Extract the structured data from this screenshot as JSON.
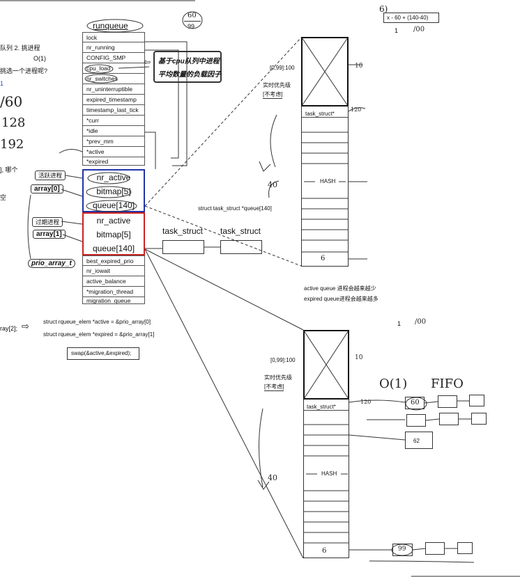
{
  "left_fragments": {
    "line1": "队列 2. 挑进程",
    "line2": "O(1)",
    "line3": "挑选一个进程呢?",
    "mark1": "1",
    "n160": "/60",
    "n128": "128",
    "n192": "192",
    "which": "], 哪个",
    "empty": "空",
    "ray2": "ray[2];"
  },
  "fraction": {
    "num": "60",
    "den": "99"
  },
  "runqueue": {
    "title": "runqueue",
    "fields": [
      "lock",
      "nr_running",
      "CONFIG_SMP",
      "cpu_load",
      "nr_switches",
      "nr_uninterruptible",
      "expired_timestamp",
      "timestamp_last_tick",
      "*curr",
      "*idle",
      "*prev_mm",
      "*active",
      "*expired"
    ],
    "tail_fields": [
      "best_expired_prio",
      "nr_iowait",
      "active_balance",
      "*migration_thread",
      "migration_queue"
    ]
  },
  "cpu_load_note": {
    "line1": "基于cpu队列中进程",
    "line2": "平均数量的负载因子"
  },
  "active_array": {
    "fields": [
      "nr_active",
      "bitmap[5]",
      "queue[140]"
    ]
  },
  "expired_array": {
    "fields": [
      "nr_active",
      "bitmap[5]",
      "queue[140]"
    ]
  },
  "labels": {
    "active_proc": "活跃进程",
    "array0": "array[0]",
    "expired_proc": "过期进程",
    "array1": "array[1]",
    "prio_array_t": "prio_array_t"
  },
  "queue_decl": "struct task_struct *queue[140]",
  "task_struct_a": "task_struct",
  "task_struct_b": "task_struct",
  "code": {
    "active_decl": "struct rqueue_elem *active = &prio_array[0]",
    "expired_decl": "struct rqueue_elem *expired = &prio_array[1]",
    "swap": "swap(&active,&expired);"
  },
  "priority_formula": {
    "prefix": "6)",
    "formula": "x - 60 + (140-40)",
    "one": "1",
    "hundred": "/00"
  },
  "queue_top": {
    "range": "[0,99]:100",
    "realtime": "实时优先级",
    "ignore": "[不考虑]",
    "task": "task_struct*",
    "hash": "HASH",
    "bottom": "6",
    "marks": {
      "ten": "10",
      "forty": "40",
      "mark120": "120"
    }
  },
  "notes": {
    "active_less": "active queue 进程会越来越少",
    "expired_more": "expired queue进程会越来越多",
    "one2": "1",
    "hundred2": "/00"
  },
  "queue_bottom": {
    "range": "[0,99]:100",
    "realtime": "实时优先级",
    "ignore": "[不考虑]",
    "task": "task_struct*",
    "hash": "HASH",
    "bottom": "6",
    "marks": {
      "ten": "10",
      "forty": "40",
      "mark120": "120"
    }
  },
  "fifo": {
    "o1": "O(1)",
    "fifo": "FIFO",
    "node60": "60",
    "node62": "62",
    "node99": "99"
  },
  "colors": {
    "active": "#2233aa",
    "expired": "#cc2222",
    "line": "#333333"
  }
}
